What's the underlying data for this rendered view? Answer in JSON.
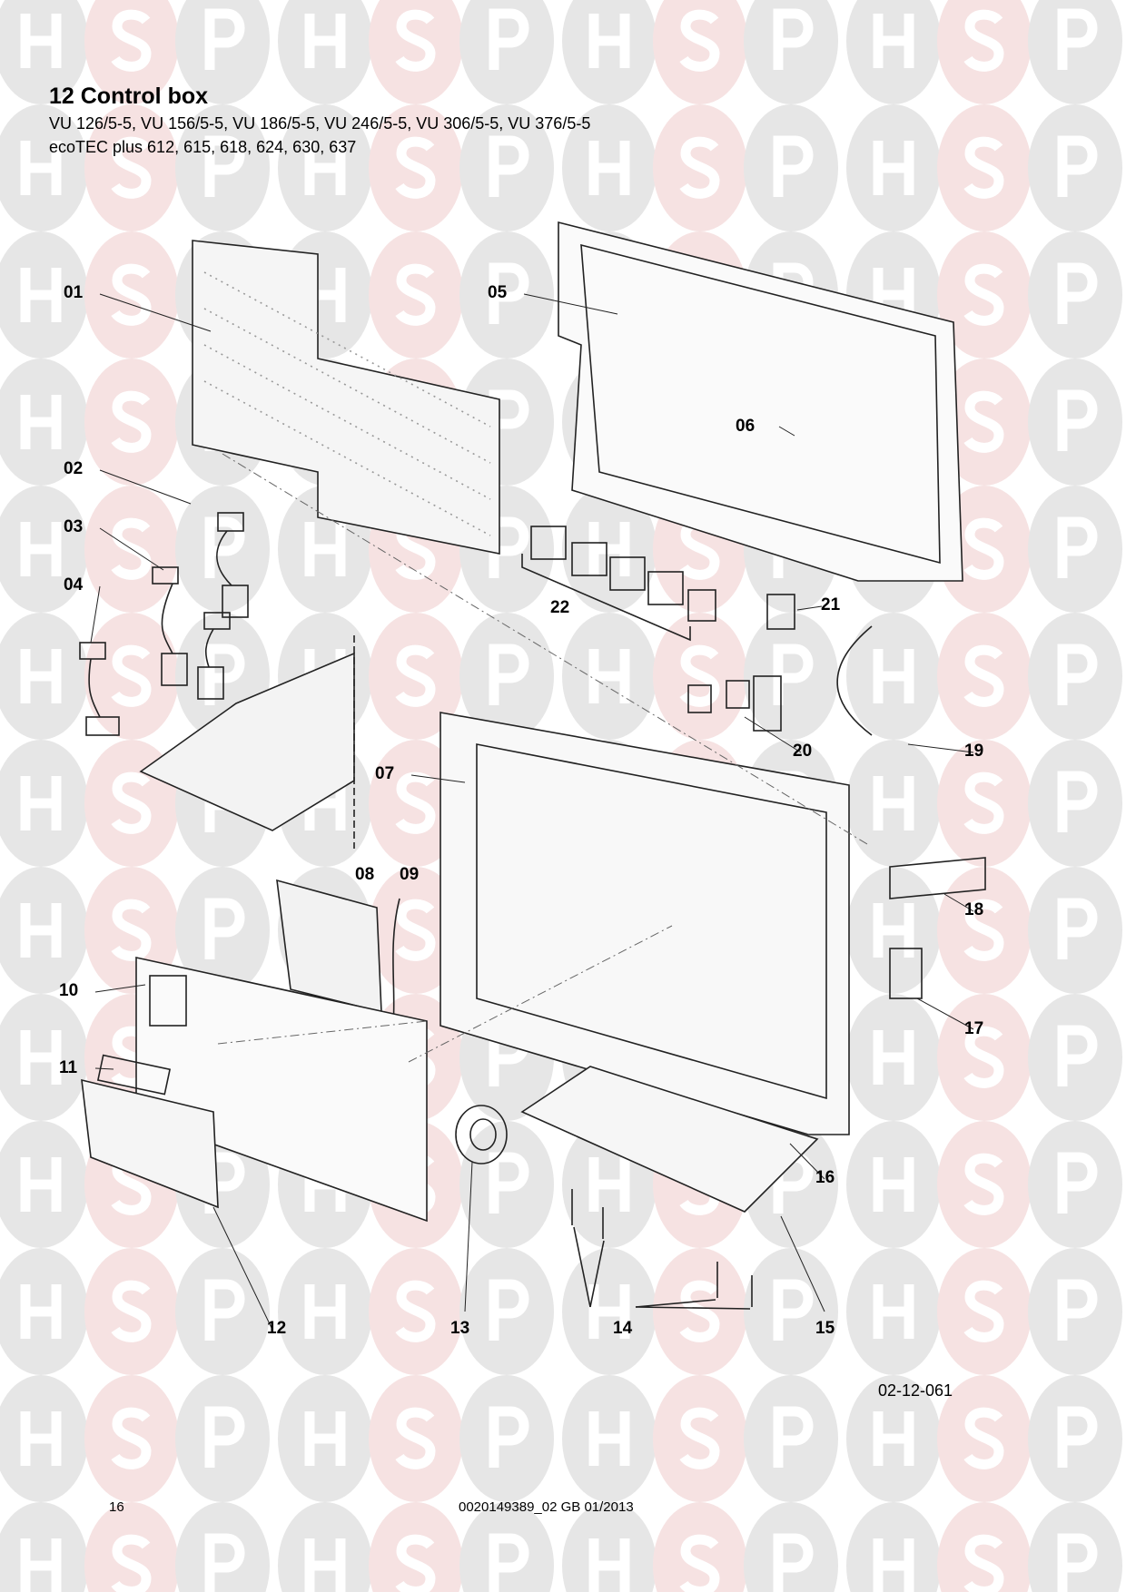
{
  "header": {
    "title": "12 Control box",
    "models_line1": "VU 126/5-5, VU 156/5-5, VU 186/5-5, VU 246/5-5, VU 306/5-5, VU 376/5-5",
    "models_line2": "ecoTEC plus 612, 615, 618, 624, 630, 637"
  },
  "watermark": {
    "letters": [
      "H",
      "S",
      "P"
    ],
    "colors": {
      "grey": "#e6e6e6",
      "pink": "#f6e2e2"
    }
  },
  "callouts": [
    "01",
    "02",
    "03",
    "04",
    "05",
    "06",
    "07",
    "08",
    "09",
    "10",
    "11",
    "12",
    "13",
    "14",
    "15",
    "16",
    "17",
    "18",
    "19",
    "20",
    "21",
    "22"
  ],
  "drawing_ref": "02-12-061",
  "footer": {
    "page_number": "16",
    "doc_ref": "0020149389_02 GB 01/2013"
  }
}
